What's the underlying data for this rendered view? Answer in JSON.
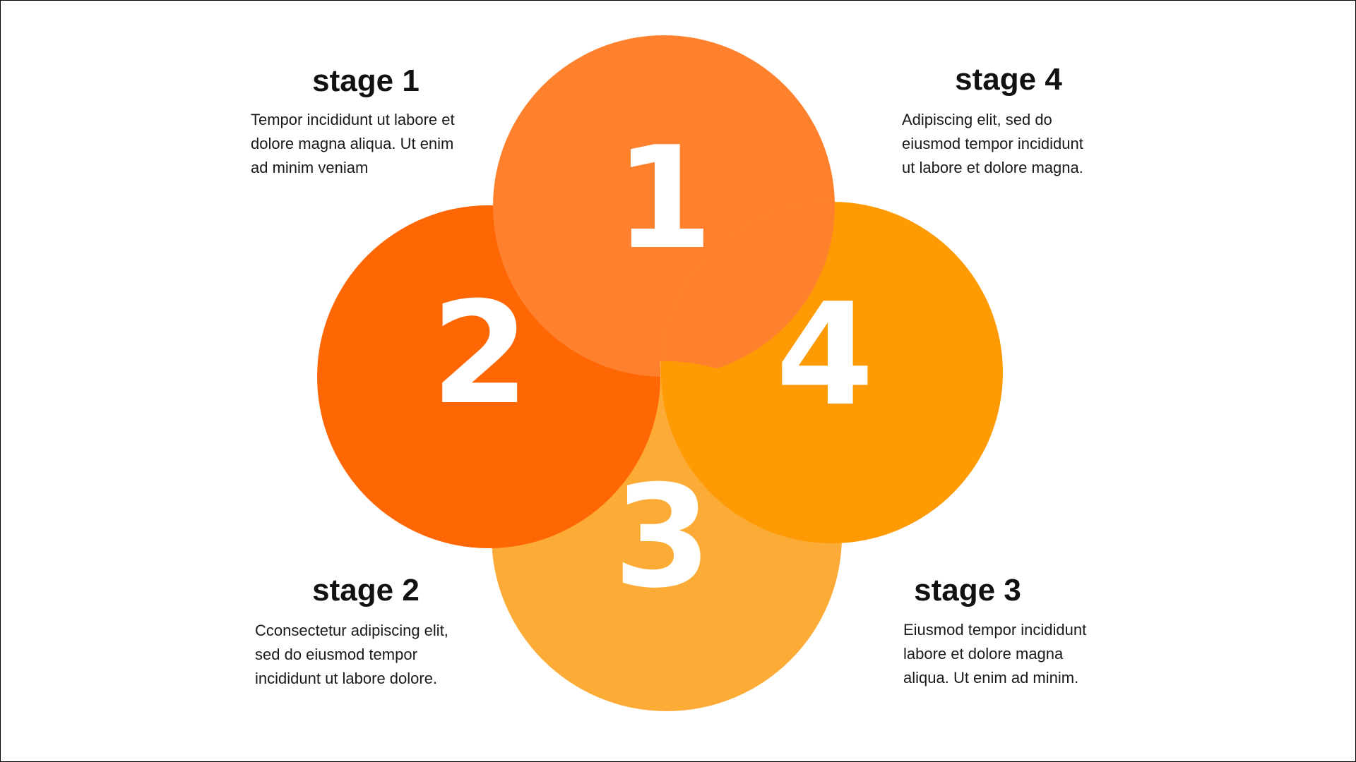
{
  "colors": {
    "circle_1": "#FF812E",
    "circle_2": "#FF6604",
    "circle_3": "#FDAB37",
    "circle_4": "#FE9A04",
    "number_text": "#FFFFFF",
    "body_text": "#1A1A1A"
  },
  "circles": [
    {
      "id": 1,
      "number": "1"
    },
    {
      "id": 2,
      "number": "2"
    },
    {
      "id": 3,
      "number": "3"
    },
    {
      "id": 4,
      "number": "4"
    }
  ],
  "stages": {
    "stage1": {
      "title": "stage 1",
      "lines": [
        "Tempor incididunt ut labore et",
        "dolore magna aliqua. Ut enim",
        "ad minim veniam"
      ]
    },
    "stage2": {
      "title": "stage 2",
      "lines": [
        "Cconsectetur adipiscing elit,",
        "sed do eiusmod tempor",
        "incididunt ut labore dolore."
      ]
    },
    "stage3": {
      "title": "stage 3",
      "lines": [
        "Eiusmod tempor incididunt",
        "labore et dolore magna",
        "aliqua. Ut enim ad minim."
      ]
    },
    "stage4": {
      "title": "stage 4",
      "lines": [
        "Adipiscing elit, sed do",
        "eiusmod tempor incididunt",
        "ut labore et dolore magna."
      ]
    }
  }
}
